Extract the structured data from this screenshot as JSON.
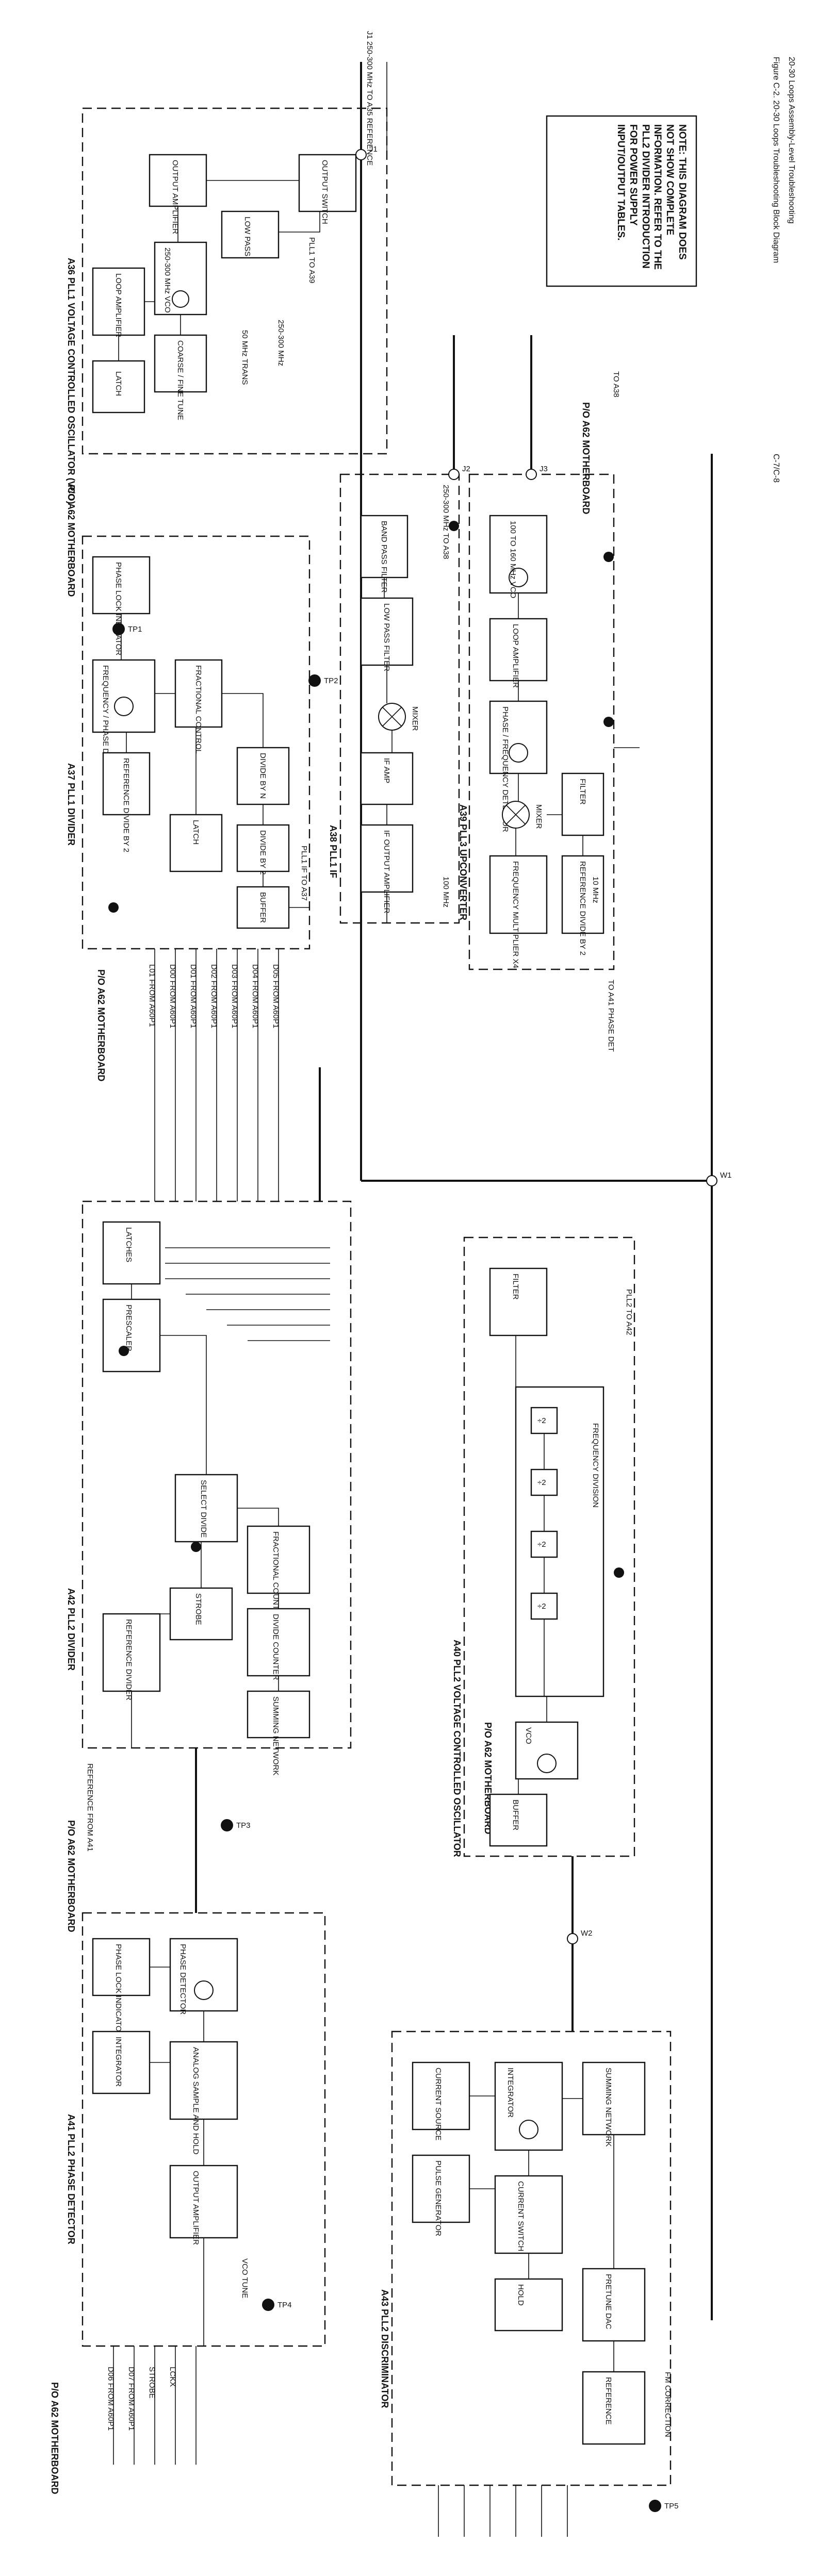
{
  "figure": {
    "caption": "Figure C-2. 20-30 Loops Troubleshooting Block Diagram",
    "subcaption": "20-30 Loops Assembly-Level Troubleshooting",
    "page_id": "C-7/C-8"
  },
  "note": "NOTE: THIS DIAGRAM DOES NOT SHOW COMPLETE INFORMATION. REFER TO THE PLL2 DIVIDER INTRODUCTION FOR POWER SUPPLY INPUT/OUTPUT TABLES.",
  "sections": {
    "a36": "A36 PLL1 VOLTAGE CONTROLLED OSCILLATOR (VCO)",
    "a37": "A37 PLL1 DIVIDER",
    "a38": "A38 PLL1 IF",
    "a39": "A39 PLL3 UPCONVERTER",
    "a40": "A40 PLL2 VOLTAGE CONTROLLED OSCILLATOR",
    "a41": "A41 PLL2 PHASE DETECTOR",
    "a42": "A42 PLL2 DIVIDER",
    "a43": "A43 PLL2 DISCRIMINATOR",
    "mb1": "P/O A62 MOTHERBOARD",
    "mb2": "P/O A62 MOTHERBOARD",
    "mb3": "P/O A62 MOTHERBOARD",
    "mb4": "P/O A62 MOTHERBOARD",
    "mb5": "P/O A62 MOTHERBOARD",
    "mb6": "P/O A62 MOTHERBOARD"
  },
  "blocks": {
    "vco_output_amp": "OUTPUT AMPLIFIER",
    "vco_lowpass": "LOW PASS",
    "vco_output_switch": "OUTPUT SWITCH",
    "vco_osc": "250-300 MHz VCO",
    "vco_loop_amp": "LOOP AMPLIFIER",
    "vco_tune": "COARSE / FINE TUNE",
    "vco_latch": "LATCH",
    "phase_lock_ind": "PHASE LOCK INDICATOR",
    "freq_phase_det": "FREQUENCY / PHASE DETECTOR",
    "ref_divide": "REFERENCE DIVIDE BY 2",
    "fractional_ctrl": "FRACTIONAL CONTROL",
    "divide_n": "DIVIDE BY N",
    "latch": "LATCH",
    "divide_2": "DIVIDE BY 2",
    "buffer": "BUFFER",
    "if_bpf": "BAND PASS FILTER",
    "if_mixer": "MIXER",
    "if_lpf": "LOW PASS FILTER",
    "if_amp": "IF AMP",
    "if_amp_out": "IF OUTPUT AMPLIFIER",
    "up_vco": "100 TO 160 MHz VCO",
    "up_loop_amp": "LOOP AMPLIFIER",
    "up_phase_det": "PHASE / FREQUENCY DETECTOR",
    "up_mixer": "MIXER",
    "up_mult": "FREQUENCY MULTIPLIER X4",
    "up_ref_div": "REFERENCE DIVIDE BY 2",
    "up_filter": "FILTER",
    "p2_latch": "LATCHES",
    "p2_prescaler": "PRESCALER",
    "p2_fractional": "FRACTIONAL COUNTER",
    "p2_divide_counter": "DIVIDE COUNTER",
    "p2_ref": "REFERENCE DIVIDER",
    "p2_strobe": "STROBE",
    "p2_select": "SELECT DIVIDE",
    "p2_sum": "SUMMING NETWORK",
    "vco2_osc": "VCO",
    "vco2_div1": "÷2",
    "vco2_div2": "÷2",
    "vco2_div3": "÷2",
    "vco2_div4": "÷2",
    "vco2_buffer": "BUFFER",
    "vco2_filter": "FILTER",
    "freq_div": "FREQUENCY DIVISION",
    "pd_phase_det": "PHASE DETECTOR",
    "pd_lock": "PHASE LOCK INDICATOR",
    "pd_sample": "ANALOG SAMPLE AND HOLD",
    "pd_integrator": "INTEGRATOR",
    "pd_output": "OUTPUT AMPLIFIER",
    "disc_current": "CURRENT SOURCE",
    "disc_pulse": "PULSE GENERATOR",
    "disc_integrator": "INTEGRATOR",
    "disc_pretune": "PRETUNE DAC",
    "disc_current_sw": "CURRENT SWITCH",
    "disc_sum": "SUMMING NETWORK",
    "disc_hold": "HOLD",
    "disc_ref": "REFERENCE"
  },
  "signals": {
    "out_top": "J1 250-300 MHz TO A35 REFERENCE",
    "vco_in": "250-300 MHz",
    "loop_note": "50 MHz TRANS",
    "pll1_top": "PLL1 TO A39",
    "to_a38": "TO A38",
    "a38_in": "250-300 MHz TO A38",
    "a38_ref": "100 MHz",
    "a38_out": "PLL1 IF TO A37",
    "a39_out": "TO A41 PHASE DET",
    "a39_ref": "10 MHz",
    "a40_out": "PLL2 TO A42",
    "a42_ref": "REFERENCE FROM A41",
    "a41_vco": "VCO TUNE",
    "a43_fm": "FM CORRECTION",
    "addr_1": "L01 FROM A60P1",
    "addr_2": "D00 FROM A60P1",
    "addr_3": "D01 FROM A60P1",
    "addr_4": "D02 FROM A60P1",
    "addr_5": "D03 FROM A60P1",
    "addr_6": "D04 FROM A60P1",
    "addr_7": "D05 FROM A60P1",
    "addr_8": "D06 FROM A60P1",
    "addr_9": "D07 FROM A60P1",
    "strobe": "STROBE",
    "lckx": "LCKX",
    "tp1": "TP1",
    "tp2": "TP2",
    "tp3": "TP3",
    "tp4": "TP4",
    "tp5": "TP5",
    "j1": "J1",
    "j2": "J2",
    "j3": "J3",
    "w1": "W1",
    "w2": "W2"
  }
}
